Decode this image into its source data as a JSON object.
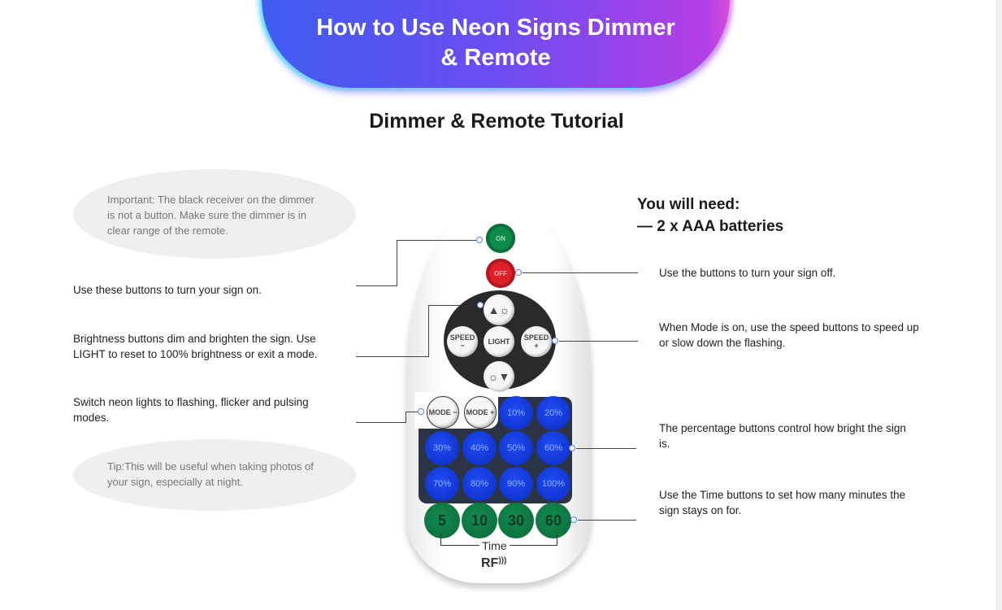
{
  "header": {
    "title_line1": "How to Use Neon Signs Dimmer",
    "title_line2": "& Remote",
    "subtitle": "Dimmer & Remote Tutorial"
  },
  "notes": {
    "important": "Important: The black receiver on the dimmer is not a button. Make sure the dimmer is in clear range of the remote.",
    "tip": "Tip:This will be useful when taking photos of your sign, especially at night."
  },
  "need": {
    "heading": "You will need:",
    "item": "— 2 x AAA batteries"
  },
  "left_labels": {
    "on": "Use these buttons to turn your sign on.",
    "brightness": "Brightness buttons dim and brighten the sign. Use LIGHT to reset to 100% brightness or exit a mode.",
    "mode": "Switch neon lights to flashing, flicker and pulsing modes."
  },
  "right_labels": {
    "off": "Use the buttons to turn your sign off.",
    "speed": "When Mode is on, use the speed buttons to speed up or slow down the flashing.",
    "percent": "The percentage buttons control how bright the sign is.",
    "time": "Use the Time buttons to set how many minutes the sign stays on for."
  },
  "remote": {
    "on": "ON",
    "off": "OFF",
    "speed_minus": "SPEED −",
    "light": "LIGHT",
    "speed_plus": "SPEED +",
    "mode_minus": "MODE −",
    "mode_plus": "MODE +",
    "percent": [
      "10%",
      "20%",
      "30%",
      "40%",
      "50%",
      "60%",
      "70%",
      "80%",
      "90%",
      "100%"
    ],
    "time": [
      "5",
      "10",
      "30",
      "60"
    ],
    "time_label": "Time",
    "rf": "RF"
  },
  "colors": {
    "on": "#0e8a4a",
    "off": "#e0202a",
    "blue": "#1240e0",
    "green": "#0f7a45"
  }
}
